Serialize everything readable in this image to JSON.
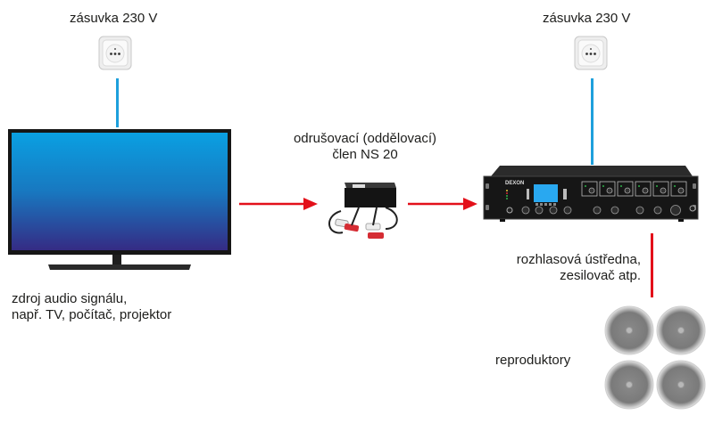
{
  "diagram": {
    "outlet_left": {
      "label": "zásuvka 230 V",
      "icon": "power-socket-icon"
    },
    "outlet_right": {
      "label": "zásuvka 230 V",
      "icon": "power-socket-icon"
    },
    "source": {
      "icon": "tv-monitor-icon",
      "label_line1": "zdroj audio signálu,",
      "label_line2": "např. TV, počítač, projektor"
    },
    "isolator": {
      "icon": "ground-loop-isolator-icon",
      "label_line1": "odrušovací (oddělovací)",
      "label_line2": "člen NS 20"
    },
    "amplifier": {
      "icon": "pa-amplifier-icon",
      "brand": "DEXON",
      "label_line1": "rozhlasová ústředna,",
      "label_line2": "zesilovač atp."
    },
    "speakers": {
      "icon": "ceiling-speaker-icon",
      "count": 4,
      "label": "reproduktory"
    },
    "colors": {
      "power_wire": "#1ea0dc",
      "signal_wire": "#e3101a"
    },
    "connections": [
      {
        "from": "outlet_left",
        "to": "source",
        "type": "power"
      },
      {
        "from": "outlet_right",
        "to": "amplifier",
        "type": "power"
      },
      {
        "from": "source",
        "to": "isolator",
        "type": "audio-signal"
      },
      {
        "from": "isolator",
        "to": "amplifier",
        "type": "audio-signal"
      },
      {
        "from": "amplifier",
        "to": "speakers",
        "type": "speaker-line"
      }
    ]
  }
}
